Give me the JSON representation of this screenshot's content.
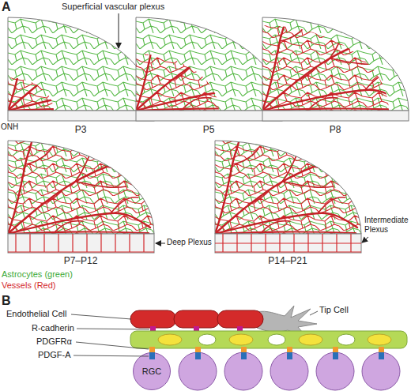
{
  "diagram": {
    "nodes": [
      {
        "text": [
          "RGC"
        ]
      }
    ],
    "labels": [
      "A",
      "Superficial vascular plexus",
      "ONH",
      "P3",
      "P5",
      "P8",
      "P7–P12",
      "Deep Plexus",
      "P14–P21",
      "Intermediate Plexus",
      "B",
      "Endothelial Cell",
      "Tip Cell",
      "R-cadherin",
      "PDGFRα",
      "PDGF-A"
    ],
    "legend": [
      {
        "text": "Astrocytes (green)",
        "color": "#3aa935"
      },
      {
        "text": "Vessels (Red)",
        "color": "#d3272b"
      }
    ]
  }
}
